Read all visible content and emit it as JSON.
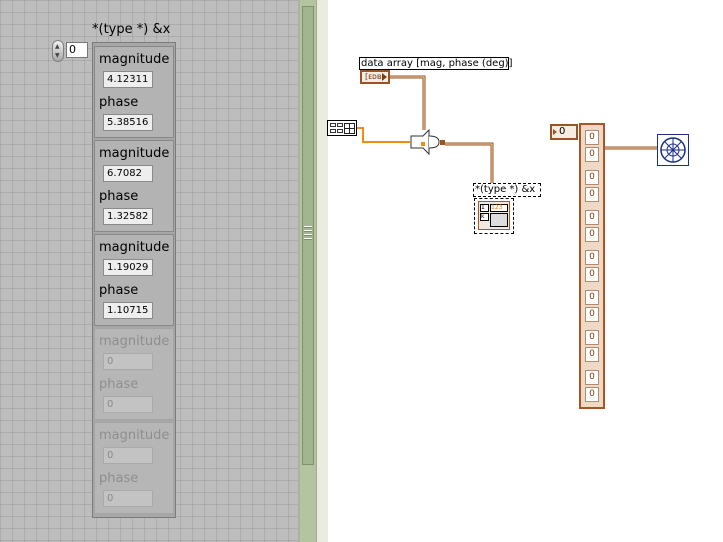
{
  "front_panel": {
    "cluster_label": "*(type *) &x",
    "index_value": "0",
    "elements": [
      {
        "magnitude_label": "magnitude",
        "magnitude": "4.12311",
        "phase_label": "phase",
        "phase": "5.38516",
        "dimmed": false
      },
      {
        "magnitude_label": "magnitude",
        "magnitude": "6.7082",
        "phase_label": "phase",
        "phase": "1.32582",
        "dimmed": false
      },
      {
        "magnitude_label": "magnitude",
        "magnitude": "1.19029",
        "phase_label": "phase",
        "phase": "1.10715",
        "dimmed": false
      },
      {
        "magnitude_label": "magnitude",
        "magnitude": "0",
        "phase_label": "phase",
        "phase": "0",
        "dimmed": true
      },
      {
        "magnitude_label": "magnitude",
        "magnitude": "0",
        "phase_label": "phase",
        "phase": "0",
        "dimmed": true
      }
    ]
  },
  "block_diagram": {
    "array_constant_label": "data array [mag, phase (deg)]",
    "array_constant_glyph": "[ᴇᴅʙ",
    "indicator_label": "*(type *) &x",
    "indicator_glyphs": {
      "c1": "1",
      "c2": "123",
      "c3": "k"
    },
    "bundle_index": "0",
    "array_cells": [
      "0",
      "0",
      "0",
      "0",
      "0",
      "0",
      "0",
      "0",
      "0",
      "0",
      "0",
      "0",
      "0",
      "0"
    ],
    "wire_colors": {
      "orange": "#f08c10",
      "brown": "#9a5322"
    }
  }
}
